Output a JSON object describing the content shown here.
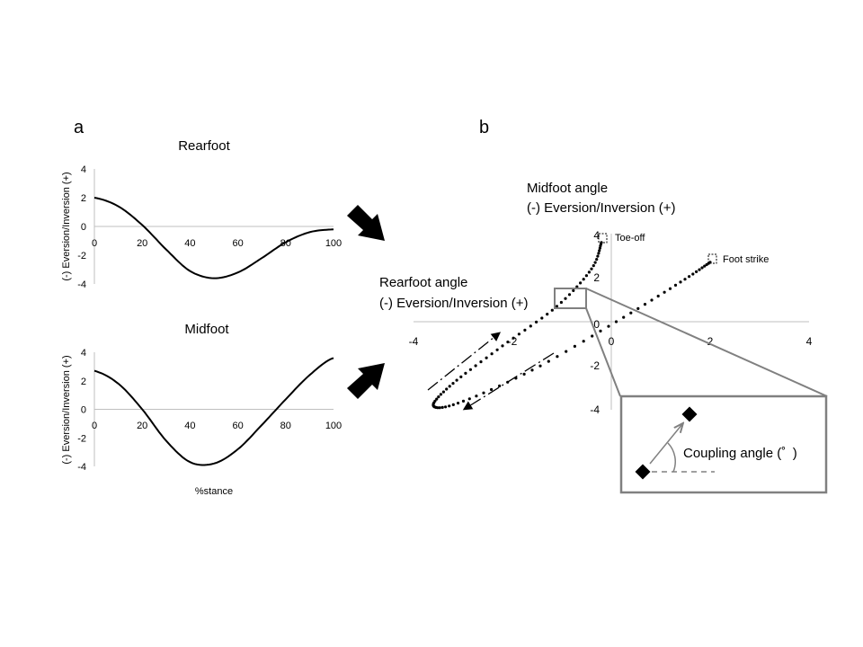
{
  "panels": {
    "a_label": "a",
    "b_label": "b"
  },
  "chart_data": [
    {
      "type": "line",
      "title": "Rearfoot",
      "xlabel": "",
      "ylabel": "(-) Eversion/Inversion (+)",
      "xlim": [
        0,
        100
      ],
      "ylim": [
        -4,
        4
      ],
      "xticks": [
        "0",
        "20",
        "40",
        "60",
        "80",
        "100"
      ],
      "yticks": [
        "4",
        "2",
        "0",
        "-2",
        "-4"
      ],
      "x": [
        0,
        10,
        20,
        30,
        40,
        50,
        60,
        70,
        80,
        90,
        100
      ],
      "y": [
        2.0,
        1.4,
        0.1,
        -1.6,
        -3.1,
        -3.6,
        -3.2,
        -2.2,
        -1.1,
        -0.4,
        -0.2
      ],
      "grid": false
    },
    {
      "type": "line",
      "title": "Midfoot",
      "xlabel": "%stance",
      "ylabel": "(-) Eversion/Inversion (+)",
      "xlim": [
        0,
        100
      ],
      "ylim": [
        -4,
        4
      ],
      "xticks": [
        "0",
        "20",
        "40",
        "60",
        "80",
        "100"
      ],
      "yticks": [
        "4",
        "2",
        "0",
        "-2",
        "-4"
      ],
      "x": [
        0,
        10,
        20,
        30,
        40,
        50,
        60,
        70,
        80,
        90,
        100
      ],
      "y": [
        2.7,
        1.8,
        0.0,
        -2.2,
        -3.7,
        -3.8,
        -2.8,
        -1.1,
        0.7,
        2.4,
        3.6
      ],
      "grid": false
    },
    {
      "type": "scatter",
      "title": "",
      "xlabel": "Rearfoot angle\n(-) Eversion/Inversion (+)",
      "xlabel_lines": [
        "Rearfoot angle",
        "(-) Eversion/Inversion (+)"
      ],
      "ylabel_lines": [
        "Midfoot angle",
        "(-) Eversion/Inversion (+)"
      ],
      "xlim": [
        -4,
        4
      ],
      "ylim": [
        -4,
        4
      ],
      "xticks": [
        "-4",
        "-2",
        "0",
        "2",
        "4"
      ],
      "yticks": [
        "4",
        "2",
        "0",
        "-2",
        "-4"
      ],
      "annotations": {
        "toe_off": "Toe-off",
        "foot_strike": "Foot strike",
        "coupling_angle": "Coupling angle (˚ )"
      },
      "grid": false
    }
  ]
}
